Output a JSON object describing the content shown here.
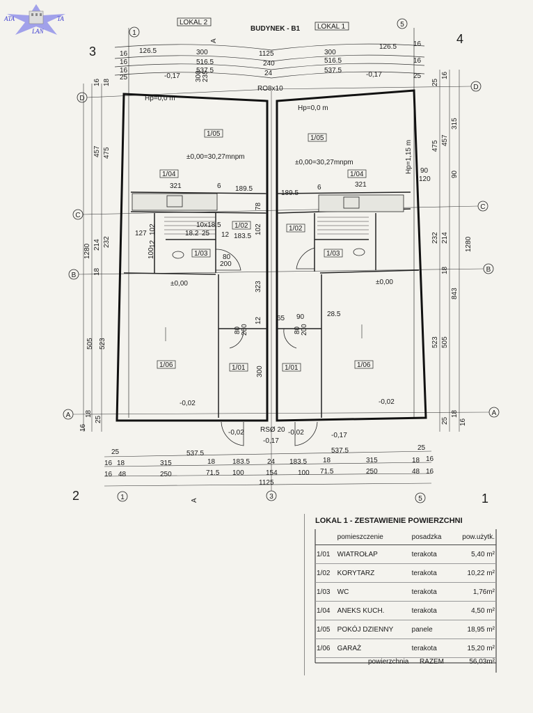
{
  "logo": {
    "left": "ATA",
    "right": "TA",
    "bottom": "LAN"
  },
  "plan": {
    "building": "BUDYNEK - B1",
    "lokal_left": "LOKAL 2",
    "lokal_right": "LOKAL 1",
    "corner_3": "3",
    "corner_4": "4",
    "corner_2": "2",
    "corner_1": "1",
    "axes": {
      "d": "D",
      "c": "C",
      "b": "B",
      "a": "A",
      "one": "1",
      "three": "3",
      "five": "5"
    },
    "section_mark": "A",
    "dims_top_left": [
      "16",
      "126.5",
      "300",
      "16",
      "516.5",
      "16",
      "537.5",
      "25",
      "1125"
    ],
    "dims_top_right": [
      "300",
      "126.5",
      "16",
      "240",
      "516.5",
      "16",
      "537.5",
      "25"
    ],
    "dims_top_mid": [
      "24",
      "300",
      "235"
    ],
    "dims_bottom": {
      "r1": [
        "25",
        "537.5",
        "537.5",
        "25"
      ],
      "r2": [
        "16",
        "18",
        "315",
        "18",
        "183.5",
        "24",
        "183.5",
        "18",
        "315",
        "18",
        "16"
      ],
      "r3": [
        "16",
        "48",
        "250",
        "71.5",
        "100",
        "154",
        "100",
        "71.5",
        "250",
        "48",
        "16"
      ],
      "r4": "1125"
    },
    "dims_left": [
      "16",
      "18",
      "457",
      "475",
      "1280",
      "214",
      "232",
      "18",
      "505",
      "523",
      "18",
      "16",
      "25"
    ],
    "dims_right": [
      "25",
      "16",
      "475",
      "457",
      "315",
      "90",
      "232",
      "214",
      "1280",
      "843",
      "18",
      "523",
      "505",
      "18",
      "16",
      "25"
    ],
    "inner_dims": [
      "321",
      "6",
      "189.5",
      "189.5",
      "6",
      "321",
      "78",
      "102",
      "12",
      "183.5",
      "127",
      "102",
      "10x18.5",
      "18.2",
      "25",
      "12",
      "100",
      "80",
      "200",
      "323",
      "12",
      "80",
      "200",
      "300",
      "65",
      "90",
      "28.5",
      "80",
      "200",
      "90",
      "120"
    ],
    "rooms": {
      "r105": "1/05",
      "r104": "1/04",
      "r102": "1/02",
      "r103": "1/03",
      "r106": "1/06",
      "r101": "1/01"
    },
    "levels": {
      "zero": "±0,00=30,27mnpm",
      "zero_short": "±0,00",
      "minus017": "-0,17",
      "minus002": "-0,02",
      "hp": "Hp=0,0 m",
      "hp115": "Hp=1,15 m",
      "rs": "RSØ 20",
      "ro": "RO8x10"
    }
  },
  "summary": {
    "title": "LOKAL 1 - ZESTAWIENIE POWIERZCHNI",
    "headers": [
      "",
      "pomieszczenie",
      "posadzka",
      "pow.użytk."
    ],
    "rows": [
      [
        "1/01",
        "WIATROŁAP",
        "terakota",
        "5,40 m²"
      ],
      [
        "1/02",
        "KORYTARZ",
        "terakota",
        "10,22 m²"
      ],
      [
        "1/03",
        "WC",
        "terakota",
        "1,76m²"
      ],
      [
        "1/04",
        "ANEKS KUCH.",
        "terakota",
        "4,50 m²"
      ],
      [
        "1/05",
        "POKÓJ DZIENNY",
        "panele",
        "18,95 m²"
      ],
      [
        "1/06",
        "GARAŻ",
        "terakota",
        "15,20 m²"
      ]
    ],
    "total_label": "powierzchnia",
    "total_word": "RAZEM",
    "total_value": "56,03m²"
  }
}
